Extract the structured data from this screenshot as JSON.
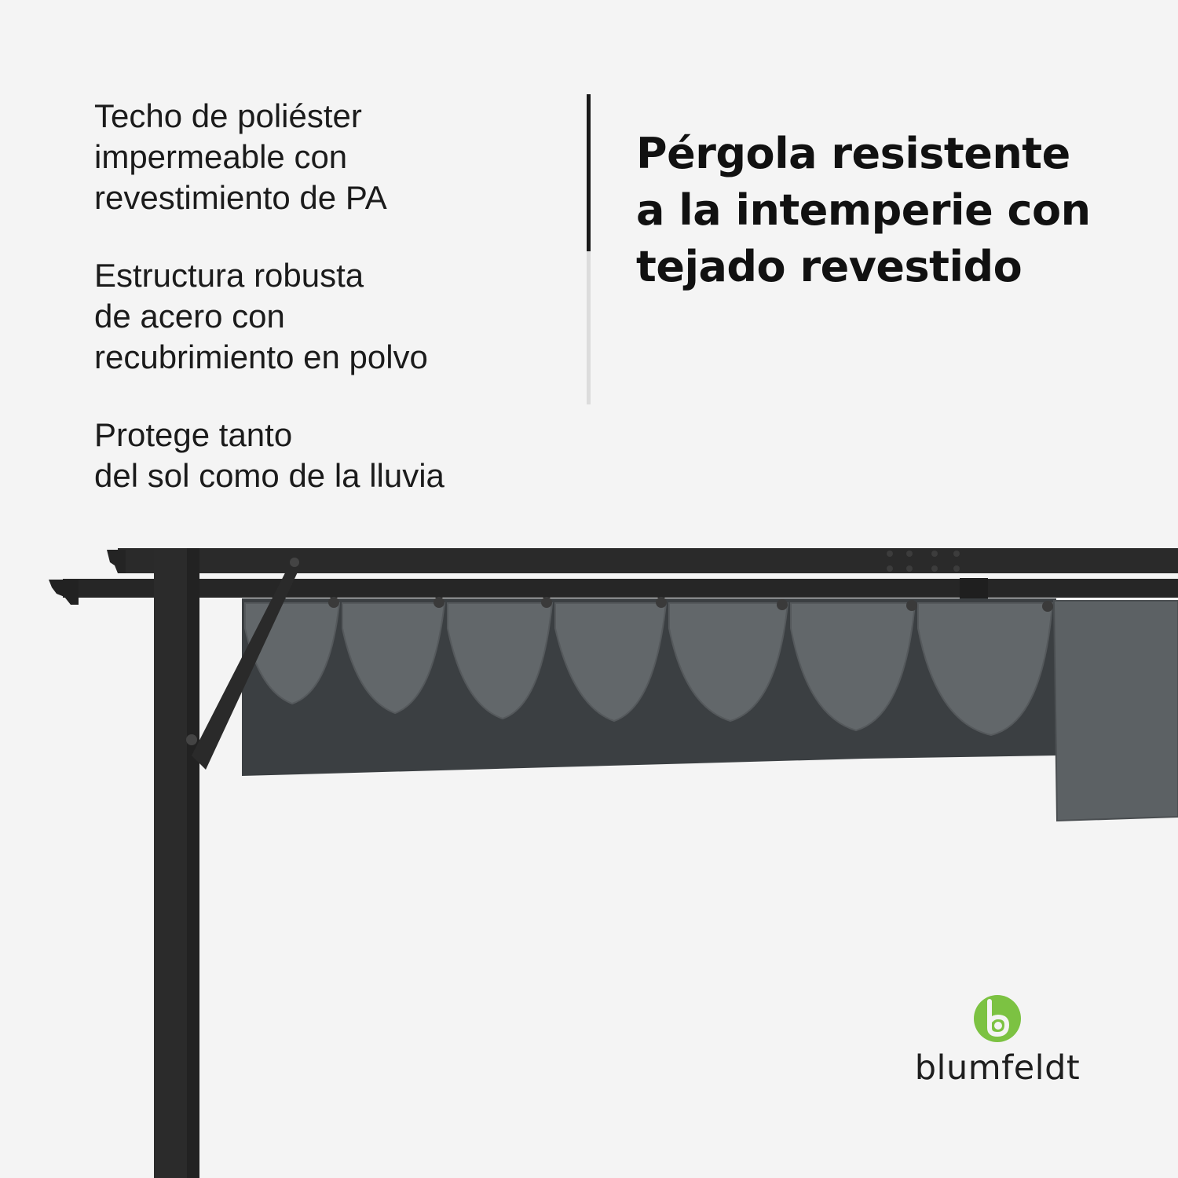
{
  "features": [
    {
      "text": "Techo de poliéster\nimpermeable con\nrevestimiento de PA"
    },
    {
      "text": "Estructura robusta\nde acero con\nrecubrimiento en polvo"
    },
    {
      "text": "Protege tanto\ndel sol como de la lluvia"
    }
  ],
  "headline": "Pérgola resistente\na la intemperie con\ntejado revestido",
  "brand": {
    "name": "blumfeldt",
    "logo_icon": "blumfeldt-b-leaf-icon",
    "logo_color": "#7cc242"
  },
  "product_image": {
    "icon": "pergola-illustration",
    "frame_color": "#2a2a2a",
    "canopy_color": "#5f6467"
  }
}
